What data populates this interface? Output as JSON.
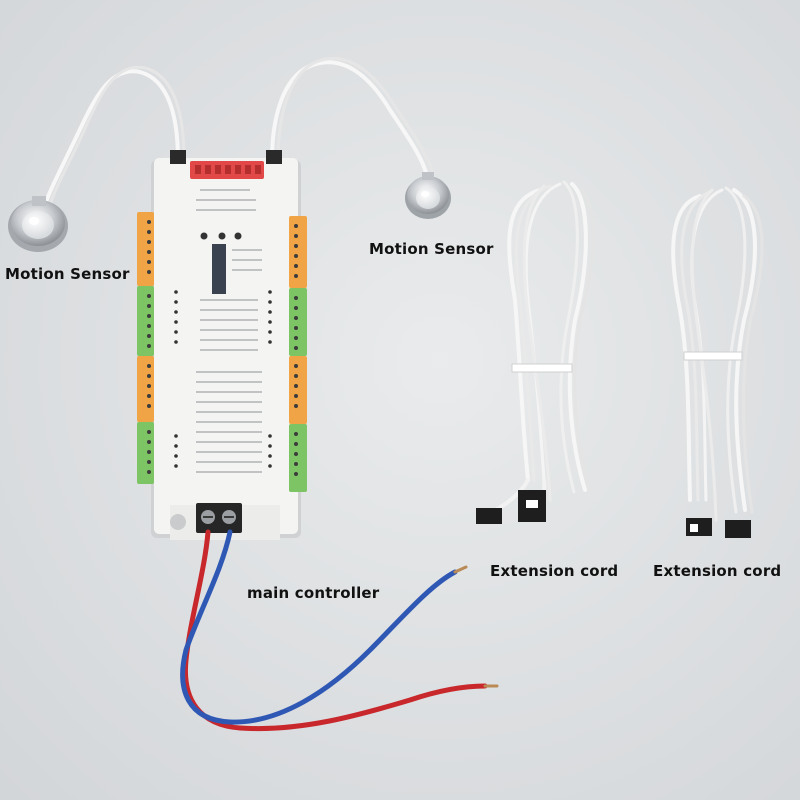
{
  "labels": {
    "motion_sensor_left": "Motion Sensor",
    "motion_sensor_right": "Motion Sensor",
    "main_controller": "main controller",
    "extension_cord_1": "Extension cord",
    "extension_cord_2": "Extension cord"
  },
  "colors": {
    "background": "#dfe1e3",
    "controller_body": "#f4f4f2",
    "terminal_orange": "#f0a445",
    "terminal_green": "#7cc464",
    "terminal_red": "#e24848",
    "wire_red": "#c8282c",
    "wire_blue": "#2f58b5",
    "cable_white": "#f4f4f4"
  }
}
